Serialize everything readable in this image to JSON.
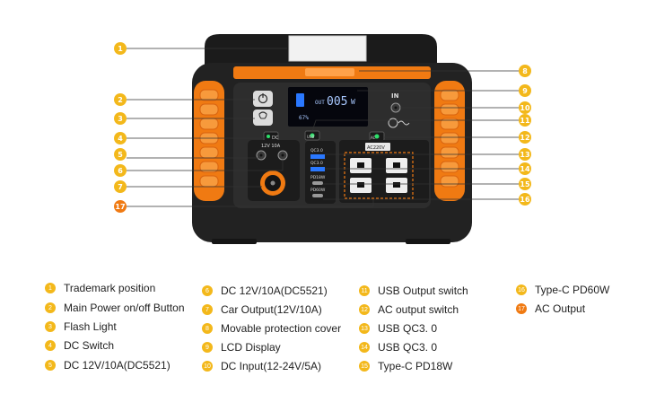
{
  "device": {
    "lcd": {
      "mode": "OUT",
      "value": "005",
      "unit": "W",
      "battery": "67%"
    },
    "labels": {
      "in": "IN",
      "dc": "DC",
      "usb": "USB",
      "ac": "AC",
      "dc_rating": "12V 10A",
      "qc1": "QC3.0",
      "qc2": "QC3.0",
      "pd18": "PD18W",
      "pd60": "PD60W",
      "ac_rating": "AC220V"
    }
  },
  "callouts": [
    "1",
    "2",
    "3",
    "4",
    "5",
    "6",
    "7",
    "8",
    "9",
    "10",
    "11",
    "12",
    "13",
    "14",
    "15",
    "16",
    "17"
  ],
  "legend": [
    {
      "num": "1",
      "text": "Trademark position",
      "color": "#f3b81b"
    },
    {
      "num": "2",
      "text": "Main Power on/off Button",
      "color": "#f3b81b"
    },
    {
      "num": "3",
      "text": "Flash Light",
      "color": "#f3b81b"
    },
    {
      "num": "4",
      "text": "DC Switch",
      "color": "#f3b81b"
    },
    {
      "num": "5",
      "text": "DC 12V/10A(DC5521)",
      "color": "#f3b81b"
    },
    {
      "num": "6",
      "text": "DC 12V/10A(DC5521)",
      "color": "#f3b81b"
    },
    {
      "num": "7",
      "text": "Car Output(12V/10A)",
      "color": "#f3b81b"
    },
    {
      "num": "8",
      "text": "Movable protection cover",
      "color": "#f3b81b"
    },
    {
      "num": "9",
      "text": "LCD Display",
      "color": "#f3b81b"
    },
    {
      "num": "10",
      "text": "DC Input(12-24V/5A)",
      "color": "#f3b81b"
    },
    {
      "num": "11",
      "text": "USB Output switch",
      "color": "#f3b81b"
    },
    {
      "num": "12",
      "text": "AC output switch",
      "color": "#f3b81b"
    },
    {
      "num": "13",
      "text": "USB QC3. 0",
      "color": "#f3b81b"
    },
    {
      "num": "14",
      "text": "USB QC3. 0",
      "color": "#f3b81b"
    },
    {
      "num": "15",
      "text": "Type-C PD18W",
      "color": "#f3b81b"
    },
    {
      "num": "16",
      "text": "Type-C PD60W",
      "color": "#f3b81b"
    },
    {
      "num": "17",
      "text": "AC Output",
      "color": "#f07a12"
    }
  ]
}
